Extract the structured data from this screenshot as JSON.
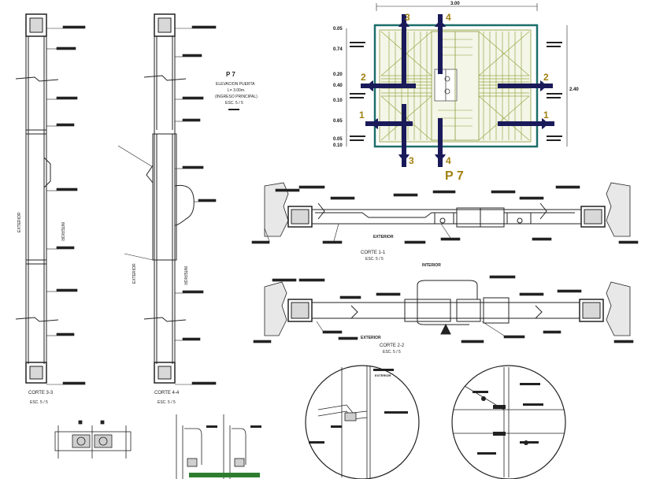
{
  "elevation": {
    "title": "P 7",
    "line1": "ELEVACION PUERTA",
    "line2": "L= 3.00m.",
    "line3": "(INGRESO PRINCIPAL)",
    "scale": "ESC. 5 / 5"
  },
  "door_label": "P 7",
  "width_dim": "3.00",
  "height_dim": "2.40",
  "left_dims": [
    "0.05",
    "0.74",
    "0.20",
    "0.40",
    "0.10",
    "0.65",
    "0.05",
    "0.10"
  ],
  "marker_numbers": [
    "3",
    "4",
    "2",
    "2",
    "1",
    "1",
    "3",
    "4"
  ],
  "side_words": {
    "exterior": "EXTERIOR",
    "interior": "INTERIOR"
  },
  "sections": {
    "corte_33": "CORTE 3-3",
    "corte_44": "CORTE 4-4",
    "corte_11": "CORTE 1-1",
    "corte_22": "CORTE 2-2",
    "scale": "ESC. 5 / 5"
  },
  "plan_words": {
    "exterior": "EXTERIOR",
    "interior": "INTERIOR"
  }
}
